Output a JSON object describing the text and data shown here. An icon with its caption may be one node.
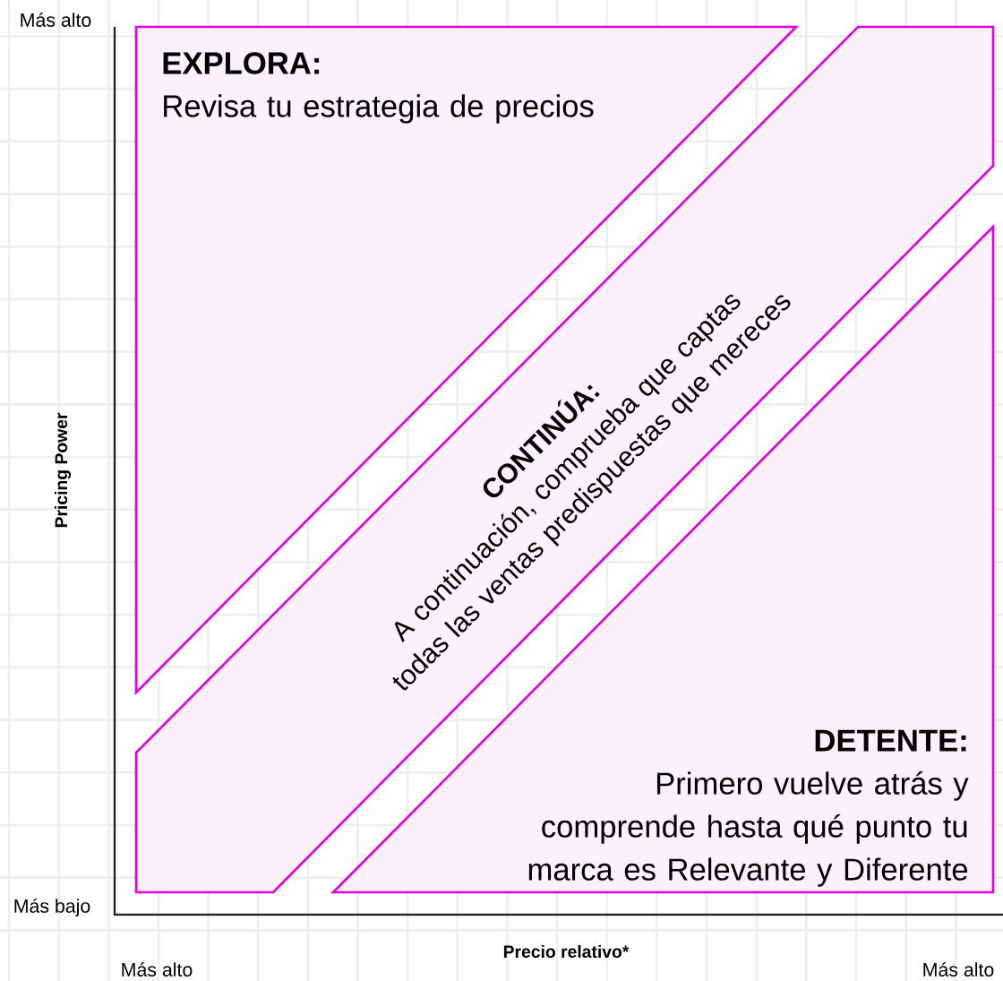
{
  "diagram": {
    "nodes": [
      {
        "text": [
          "EXPLORA:",
          "Revisa tu estrategia de precios"
        ]
      },
      {
        "text": [
          "CONTINÚA:",
          "A continuación, comprueba que captas todas las ventas predispuestas que mereces"
        ]
      },
      {
        "text": [
          "DETENTE:",
          "Primero vuelve atrás y comprende hasta qué punto tu marca es Relevante y Diferente"
        ]
      }
    ],
    "labels": [
      "Más alto",
      "Pricing Power",
      "Más bajo",
      "Precio relativo*",
      "Más alto",
      "Más alto"
    ]
  }
}
